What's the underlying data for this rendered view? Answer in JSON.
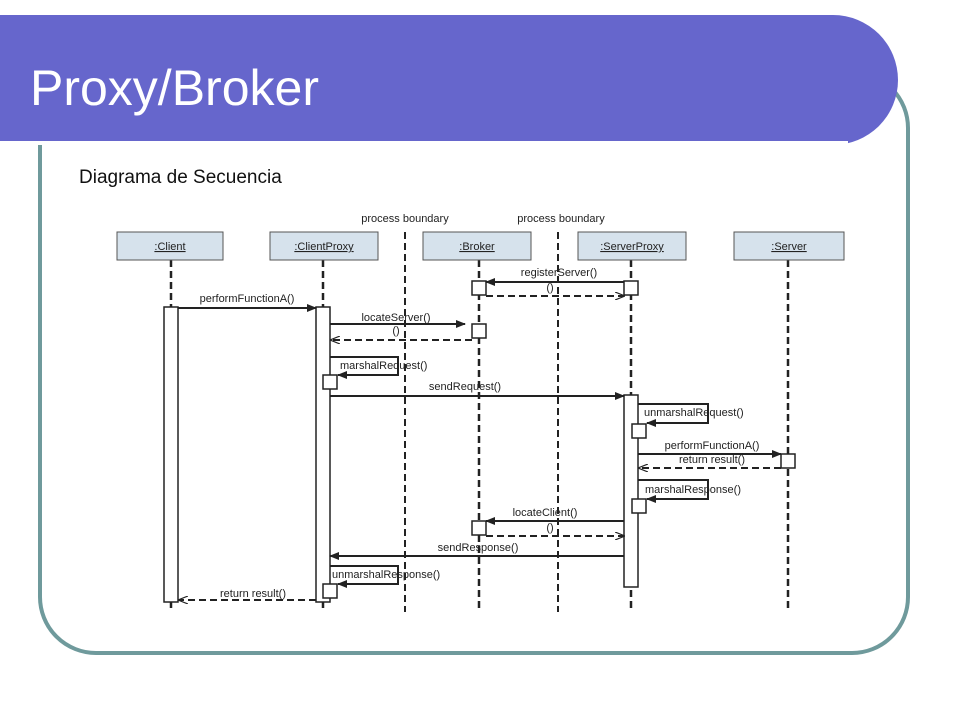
{
  "slide": {
    "title": "Proxy/Broker",
    "subtitle": "Diagrama de Secuencia",
    "colors": {
      "title_bar": "#6666cc",
      "frame_border": "#6f9a9c",
      "box_fill": "#d6e2ec"
    }
  },
  "diagram": {
    "boundaries": [
      "process boundary",
      "process boundary"
    ],
    "participants": [
      ":Client",
      ":ClientProxy",
      ":Broker",
      ":ServerProxy",
      ":Server"
    ],
    "messages": [
      {
        "label": "registerServer()",
        "kind": "call",
        "from": ":ServerProxy",
        "to": ":Broker"
      },
      {
        "label": "()",
        "kind": "return",
        "from": ":Broker",
        "to": ":ServerProxy"
      },
      {
        "label": "performFunctionA()",
        "kind": "call",
        "from": ":Client",
        "to": ":ClientProxy"
      },
      {
        "label": "locateServer()",
        "kind": "call",
        "from": ":ClientProxy",
        "to": ":Broker"
      },
      {
        "label": "()",
        "kind": "return",
        "from": ":Broker",
        "to": ":ClientProxy"
      },
      {
        "label": "marshalRequest()",
        "kind": "self",
        "from": ":ClientProxy",
        "to": ":ClientProxy"
      },
      {
        "label": "sendRequest()",
        "kind": "call",
        "from": ":ClientProxy",
        "to": ":ServerProxy"
      },
      {
        "label": "unmarshalRequest()",
        "kind": "self",
        "from": ":ServerProxy",
        "to": ":ServerProxy"
      },
      {
        "label": "performFunctionA()",
        "kind": "call",
        "from": ":ServerProxy",
        "to": ":Server"
      },
      {
        "label": "return result()",
        "kind": "return",
        "from": ":Server",
        "to": ":ServerProxy"
      },
      {
        "label": "marshalResponse()",
        "kind": "self",
        "from": ":ServerProxy",
        "to": ":ServerProxy"
      },
      {
        "label": "locateClient()",
        "kind": "call",
        "from": ":ServerProxy",
        "to": ":Broker"
      },
      {
        "label": "()",
        "kind": "return",
        "from": ":Broker",
        "to": ":ServerProxy"
      },
      {
        "label": "sendResponse()",
        "kind": "call",
        "from": ":ServerProxy",
        "to": ":ClientProxy"
      },
      {
        "label": "unmarshalResponse()",
        "kind": "self",
        "from": ":ClientProxy",
        "to": ":ClientProxy"
      },
      {
        "label": "return result()",
        "kind": "return",
        "from": ":ClientProxy",
        "to": ":Client"
      }
    ]
  }
}
